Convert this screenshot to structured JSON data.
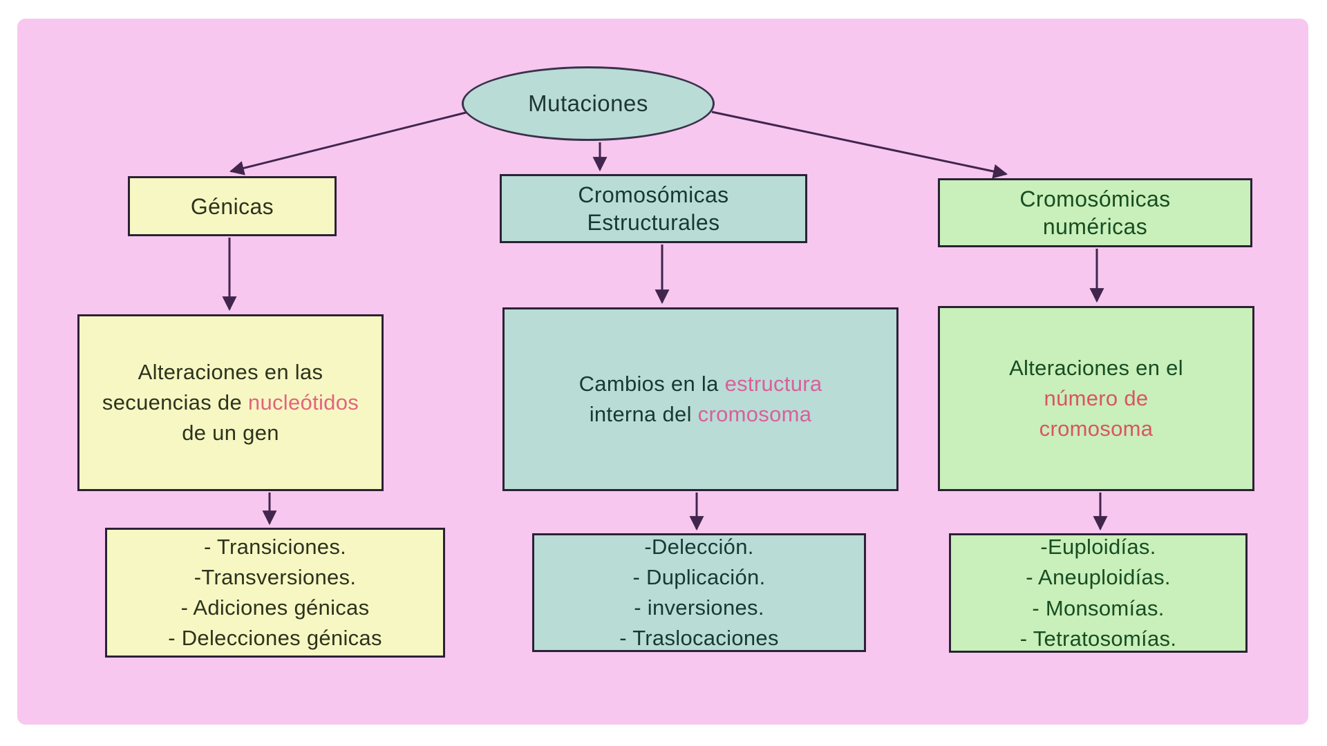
{
  "diagram": {
    "root": {
      "label": "Mutaciones"
    },
    "colors": {
      "background": "#ffffff",
      "panel": "#f7c7ef",
      "node_teal": "#b9dcd6",
      "node_yellow": "#f7f7c3",
      "node_green": "#c9efba",
      "border": "#2b2135",
      "arrow": "#41254d",
      "accent_pink": "#e4647e",
      "accent_magenta": "#d8609a",
      "accent_red": "#d95563"
    },
    "columns": [
      {
        "key": "genicas",
        "header": [
          "Génicas"
        ],
        "description": [
          {
            "plain": "Alteraciones en las"
          },
          {
            "plain": "secuencias de ",
            "accent": "nucleótidos"
          },
          {
            "plain": "de un gen"
          }
        ],
        "items": [
          "- Transiciones.",
          "-Transversiones.",
          "- Adiciones génicas",
          "- Delecciones génicas"
        ]
      },
      {
        "key": "cromosomicas-estructurales",
        "header": [
          "Cromosómicas",
          "Estructurales"
        ],
        "description": [
          {
            "plain": "Cambios en la ",
            "accent": "estructura"
          },
          {
            "plain": "interna del ",
            "accent": "cromosoma"
          }
        ],
        "items": [
          "-Delección.",
          "- Duplicación.",
          "- inversiones.",
          "- Traslocaciones"
        ]
      },
      {
        "key": "cromosomicas-numericas",
        "header": [
          "Cromosómicas",
          "numéricas"
        ],
        "description": [
          {
            "plain": "Alteraciones en el"
          },
          {
            "accent": "número de"
          },
          {
            "accent": "cromosoma"
          }
        ],
        "items": [
          "-Euploidías.",
          "- Aneuploidías.",
          "- Monsomías.",
          "- Tetratosomías."
        ]
      }
    ]
  }
}
